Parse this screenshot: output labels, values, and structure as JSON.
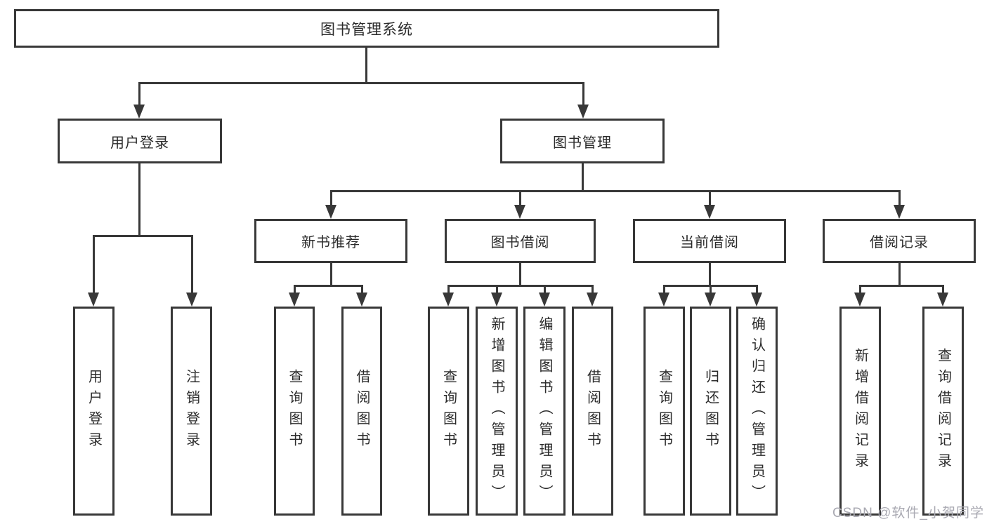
{
  "diagram_type": "hierarchy-tree",
  "colors": {
    "line": "#383838",
    "box_border": "#383838",
    "text": "#2b2b2b",
    "background": "#ffffff",
    "watermark": "#a9a9b2"
  },
  "watermark": "CSDN @软件_小贺同学",
  "tree": {
    "label": "图书管理系统",
    "children": [
      {
        "label": "用户登录",
        "children": [
          {
            "label": "用户登录"
          },
          {
            "label": "注销登录"
          }
        ]
      },
      {
        "label": "图书管理",
        "children": [
          {
            "label": "新书推荐",
            "children": [
              {
                "label": "查询图书"
              },
              {
                "label": "借阅图书"
              }
            ]
          },
          {
            "label": "图书借阅",
            "children": [
              {
                "label": "查询图书"
              },
              {
                "label": "新增图书（管理员）"
              },
              {
                "label": "编辑图书（管理员）"
              },
              {
                "label": "借阅图书"
              }
            ]
          },
          {
            "label": "当前借阅",
            "children": [
              {
                "label": "查询图书"
              },
              {
                "label": "归还图书"
              },
              {
                "label": "确认归还（管理员）"
              }
            ]
          },
          {
            "label": "借阅记录",
            "children": [
              {
                "label": "新增借阅记录"
              },
              {
                "label": "查询借阅记录"
              }
            ]
          }
        ]
      }
    ]
  }
}
